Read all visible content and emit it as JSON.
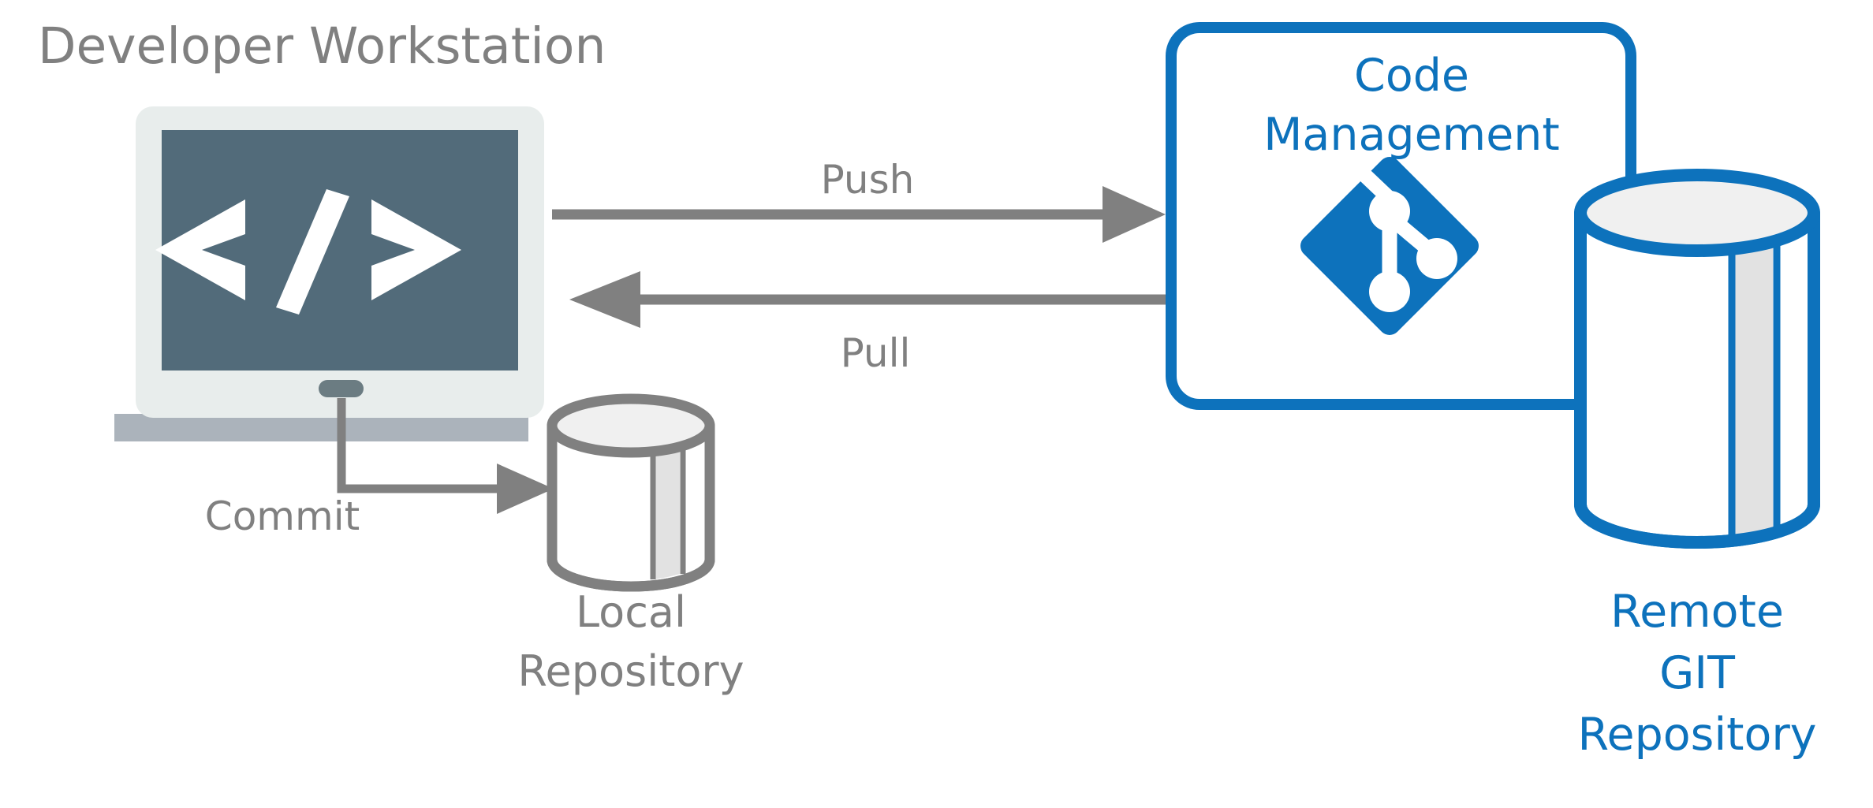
{
  "diagram": {
    "title": "Developer Workstation",
    "background": "#ffffff",
    "colors": {
      "gray": "#808080",
      "blue": "#0d72bc",
      "screen": "#526b7a",
      "bezel": "#e8edec",
      "base": "#abb3bb",
      "cylinder_top_fill": "#f0f0f0",
      "cylinder_band_fill": "#e2e2e2",
      "cylinder_body_fill": "#ffffff",
      "white": "#ffffff"
    },
    "nodes": {
      "workstation": {
        "label": "Developer Workstation",
        "icon": "laptop-code-icon",
        "screen_glyph": "</>"
      },
      "local_repository": {
        "label_line1": "Local",
        "label_line2": "Repository",
        "icon": "database-cylinder-icon"
      },
      "code_management": {
        "label_line1": "Code",
        "label_line2": "Management",
        "icon": "git-logo-icon"
      },
      "remote_repository": {
        "label_line1": "Remote",
        "label_line2": "GIT",
        "label_line3": "Repository",
        "icon": "database-cylinder-icon"
      }
    },
    "connectors": [
      {
        "id": "push",
        "label": "Push",
        "from": "workstation",
        "to": "code_management",
        "direction": "right",
        "color": "#808080"
      },
      {
        "id": "pull",
        "label": "Pull",
        "from": "code_management",
        "to": "workstation",
        "direction": "left",
        "color": "#808080"
      },
      {
        "id": "commit",
        "label": "Commit",
        "from": "workstation",
        "to": "local_repository",
        "direction": "right",
        "color": "#808080"
      }
    ]
  }
}
